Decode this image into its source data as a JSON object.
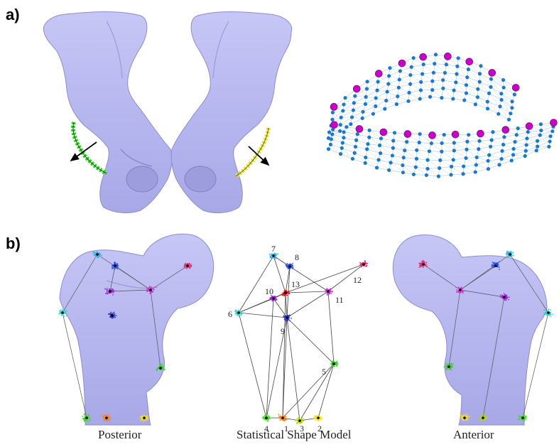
{
  "panels": {
    "a": {
      "label": "a)"
    },
    "b": {
      "label": "b)",
      "captions": {
        "posterior": "Posterior",
        "ssm": "Statistical Shape Model",
        "anterior": "Anterior"
      },
      "landmarks": [
        {
          "id": "1",
          "label": "1",
          "color": "#ff7f0e"
        },
        {
          "id": "2",
          "label": "2",
          "color": "#ffe000"
        },
        {
          "id": "3",
          "label": "3",
          "color": "#b5d70c"
        },
        {
          "id": "4",
          "label": "4",
          "color": "#3ddc1e"
        },
        {
          "id": "5",
          "label": "5",
          "color": "#33cc22"
        },
        {
          "id": "6",
          "label": "6",
          "color": "#26d3c6"
        },
        {
          "id": "7",
          "label": "7",
          "color": "#25b5e6"
        },
        {
          "id": "8",
          "label": "8",
          "color": "#1f4fe0"
        },
        {
          "id": "9",
          "label": "9",
          "color": "#2433c8"
        },
        {
          "id": "10",
          "label": "10",
          "color": "#9b1fd6"
        },
        {
          "id": "11",
          "label": "11",
          "color": "#d02ed6"
        },
        {
          "id": "12",
          "label": "12",
          "color": "#e8266c"
        },
        {
          "id": "13",
          "label": "13",
          "color": "#e31414"
        }
      ]
    }
  },
  "colors": {
    "bone": "#b2b2ef",
    "bone_stroke": "#8d8dcd",
    "mesh": "#1e78c8",
    "mesh_node_major": "#c800c8",
    "left_contour": "#2bd41c",
    "right_contour": "#e6e02b"
  }
}
